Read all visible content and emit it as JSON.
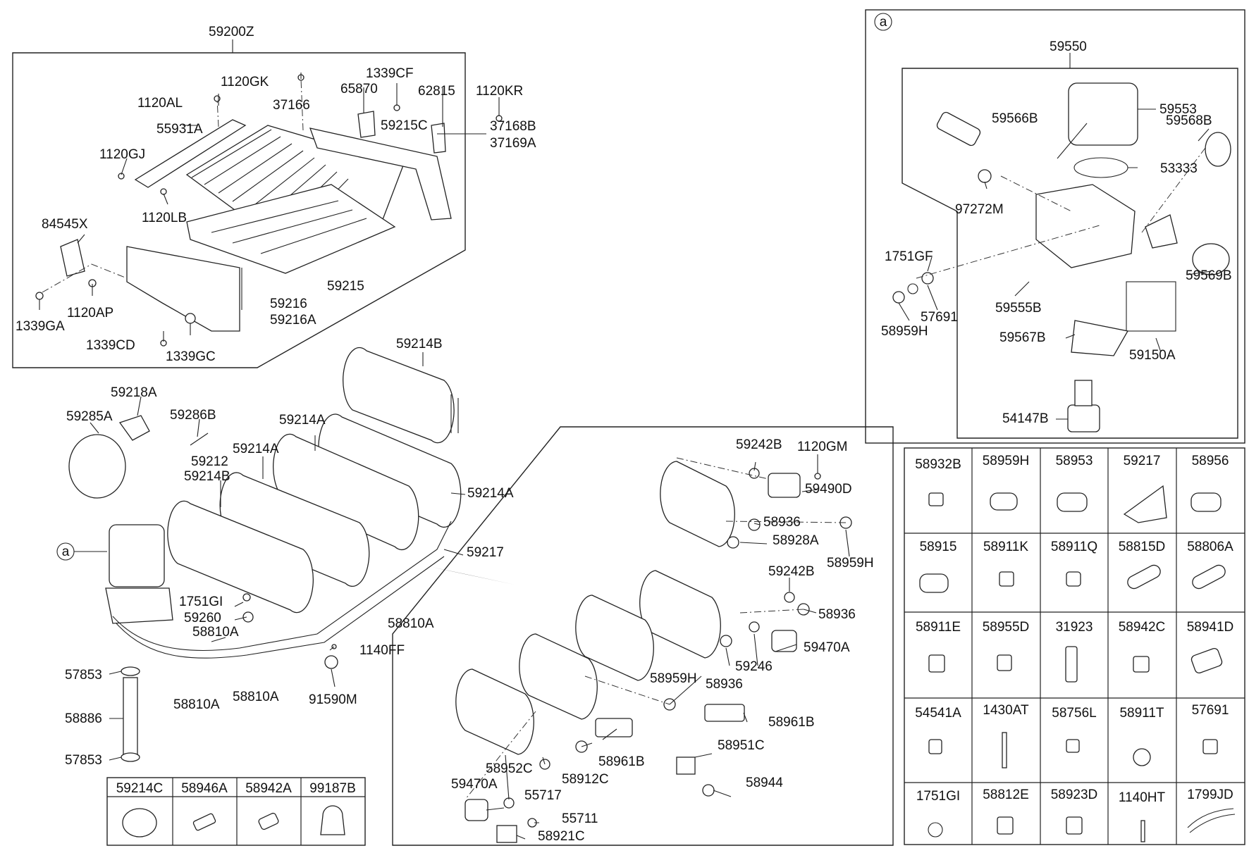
{
  "diagram": {
    "marker": "a",
    "group_frame_label": "59200Z",
    "detail_frame_label": "59550",
    "labels": [
      {
        "id": "l-59200z",
        "text": "59200Z"
      },
      {
        "id": "l-1120gk",
        "text": "1120GK"
      },
      {
        "id": "l-1339cf",
        "text": "1339CF"
      },
      {
        "id": "l-1120al",
        "text": "1120AL"
      },
      {
        "id": "l-37166",
        "text": "37166"
      },
      {
        "id": "l-65870",
        "text": "65870"
      },
      {
        "id": "l-62815",
        "text": "62815"
      },
      {
        "id": "l-1120kr",
        "text": "1120KR"
      },
      {
        "id": "l-55931a",
        "text": "55931A"
      },
      {
        "id": "l-59215c",
        "text": "59215C"
      },
      {
        "id": "l-37168b",
        "text": "37168B"
      },
      {
        "id": "l-37169a",
        "text": "37169A"
      },
      {
        "id": "l-1120gj",
        "text": "1120GJ"
      },
      {
        "id": "l-1120lb",
        "text": "1120LB"
      },
      {
        "id": "l-84545x",
        "text": "84545X"
      },
      {
        "id": "l-59215",
        "text": "59215"
      },
      {
        "id": "l-1120ap",
        "text": "1120AP"
      },
      {
        "id": "l-59216",
        "text": "59216"
      },
      {
        "id": "l-59216a",
        "text": "59216A"
      },
      {
        "id": "l-1339ga",
        "text": "1339GA"
      },
      {
        "id": "l-1339cd",
        "text": "1339CD"
      },
      {
        "id": "l-1339gc",
        "text": "1339GC"
      },
      {
        "id": "l-59214b-top",
        "text": "59214B"
      },
      {
        "id": "l-59218a",
        "text": "59218A"
      },
      {
        "id": "l-59285a",
        "text": "59285A"
      },
      {
        "id": "l-59286b",
        "text": "59286B"
      },
      {
        "id": "l-59214a-1",
        "text": "59214A"
      },
      {
        "id": "l-59214a-2",
        "text": "59214A"
      },
      {
        "id": "l-59212",
        "text": "59212"
      },
      {
        "id": "l-59214b-2",
        "text": "59214B"
      },
      {
        "id": "l-59214a-3",
        "text": "59214A"
      },
      {
        "id": "l-59217",
        "text": "59217"
      },
      {
        "id": "l-1751gi",
        "text": "1751GI"
      },
      {
        "id": "l-59260",
        "text": "59260"
      },
      {
        "id": "l-58810a-1",
        "text": "58810A"
      },
      {
        "id": "l-58810a-2",
        "text": "58810A"
      },
      {
        "id": "l-1140ff",
        "text": "1140FF"
      },
      {
        "id": "l-57853-1",
        "text": "57853"
      },
      {
        "id": "l-58810a-3",
        "text": "58810A"
      },
      {
        "id": "l-58810a-4",
        "text": "58810A"
      },
      {
        "id": "l-91590m",
        "text": "91590M"
      },
      {
        "id": "l-58886",
        "text": "58886"
      },
      {
        "id": "l-57853-2",
        "text": "57853"
      },
      {
        "id": "l-59242b-1",
        "text": "59242B"
      },
      {
        "id": "l-1120gm",
        "text": "1120GM"
      },
      {
        "id": "l-59490d",
        "text": "59490D"
      },
      {
        "id": "l-58936-1",
        "text": "58936"
      },
      {
        "id": "l-58928a",
        "text": "58928A"
      },
      {
        "id": "l-58959h-1",
        "text": "58959H"
      },
      {
        "id": "l-59242b-2",
        "text": "59242B"
      },
      {
        "id": "l-58936-2",
        "text": "58936"
      },
      {
        "id": "l-59470a-1",
        "text": "59470A"
      },
      {
        "id": "l-59246",
        "text": "59246"
      },
      {
        "id": "l-58936-3",
        "text": "58936"
      },
      {
        "id": "l-58959h-2",
        "text": "58959H"
      },
      {
        "id": "l-58961b-1",
        "text": "58961B"
      },
      {
        "id": "l-58961b-2",
        "text": "58961B"
      },
      {
        "id": "l-58951c",
        "text": "58951C"
      },
      {
        "id": "l-58912c",
        "text": "58912C"
      },
      {
        "id": "l-59470a-2",
        "text": "59470A"
      },
      {
        "id": "l-58952c",
        "text": "58952C"
      },
      {
        "id": "l-58944",
        "text": "58944"
      },
      {
        "id": "l-55717",
        "text": "55717"
      },
      {
        "id": "l-55711",
        "text": "55711"
      },
      {
        "id": "l-58921c",
        "text": "58921C"
      },
      {
        "id": "l-59550",
        "text": "59550"
      },
      {
        "id": "l-59553",
        "text": "59553"
      },
      {
        "id": "l-59566b",
        "text": "59566B"
      },
      {
        "id": "l-59568b",
        "text": "59568B"
      },
      {
        "id": "l-53333",
        "text": "53333"
      },
      {
        "id": "l-97272m",
        "text": "97272M"
      },
      {
        "id": "l-1751gf",
        "text": "1751GF"
      },
      {
        "id": "l-59569b",
        "text": "59569B"
      },
      {
        "id": "l-57691-d",
        "text": "57691"
      },
      {
        "id": "l-59555b",
        "text": "59555B"
      },
      {
        "id": "l-58959h-d",
        "text": "58959H"
      },
      {
        "id": "l-59567b",
        "text": "59567B"
      },
      {
        "id": "l-59150a",
        "text": "59150A"
      },
      {
        "id": "l-54147b",
        "text": "54147B"
      }
    ]
  },
  "parts_grid": {
    "rows": [
      [
        "58932B",
        "58959H",
        "58953",
        "59217",
        "58956"
      ],
      [
        "58915",
        "58911K",
        "58911Q",
        "58815D",
        "58806A"
      ],
      [
        "58911E",
        "58955D",
        "31923",
        "58942C",
        "58941D"
      ],
      [
        "54541A",
        "1430AT",
        "58756L",
        "58911T",
        "57691"
      ],
      [
        "1751GI",
        "58812E",
        "58923D",
        "1140HT",
        "1799JD"
      ]
    ]
  },
  "bottom_table": {
    "headers": [
      "59214C",
      "58946A",
      "58942A",
      "99187B"
    ]
  }
}
